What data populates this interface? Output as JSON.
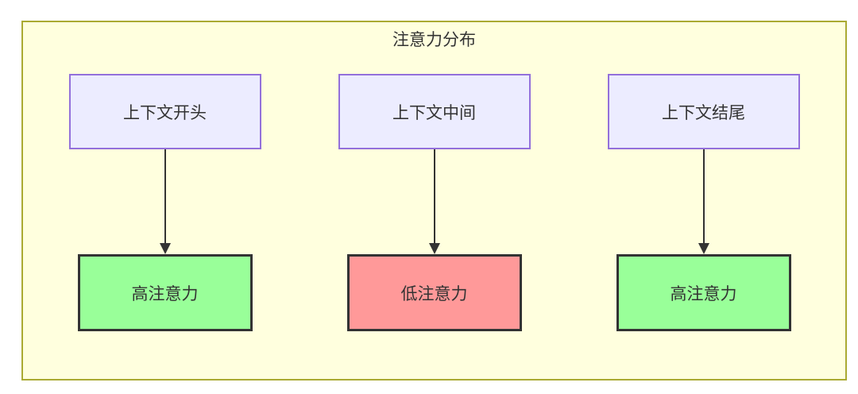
{
  "diagram": {
    "title": "注意力分布",
    "columns": [
      {
        "source": "上下文开头",
        "target": "高注意力",
        "target_type": "high"
      },
      {
        "source": "上下文中间",
        "target": "低注意力",
        "target_type": "low"
      },
      {
        "source": "上下文结尾",
        "target": "高注意力",
        "target_type": "high"
      }
    ],
    "colors": {
      "container_bg": "#ffffde",
      "container_border": "#aaaa33",
      "node_bg": "#ececff",
      "node_border": "#9370db",
      "high_bg": "#99ff99",
      "low_bg": "#ff9999",
      "result_border": "#333333",
      "arrow": "#333333",
      "text": "#333333"
    }
  }
}
